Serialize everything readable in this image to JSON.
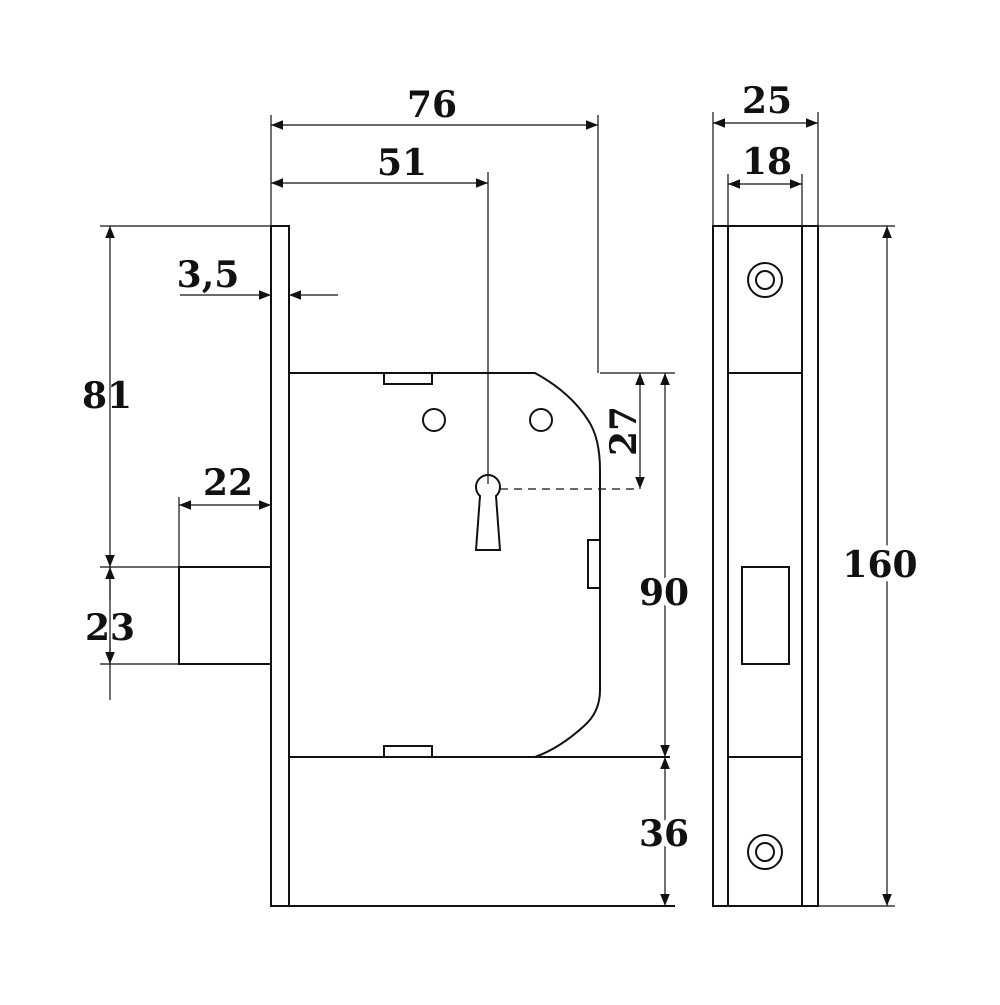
{
  "dimensions": {
    "overall_width": "76",
    "backset": "51",
    "forend_width": "25",
    "forend_inner_width": "18",
    "forend_thickness": "3,5",
    "height_to_bolt": "81",
    "bolt_throw": "22",
    "bolt_height": "23",
    "keyhole_offset": "27",
    "case_height": "90",
    "bottom_height": "36",
    "overall_height": "160"
  },
  "colors": {
    "stroke": "#111111",
    "background": "#ffffff"
  }
}
